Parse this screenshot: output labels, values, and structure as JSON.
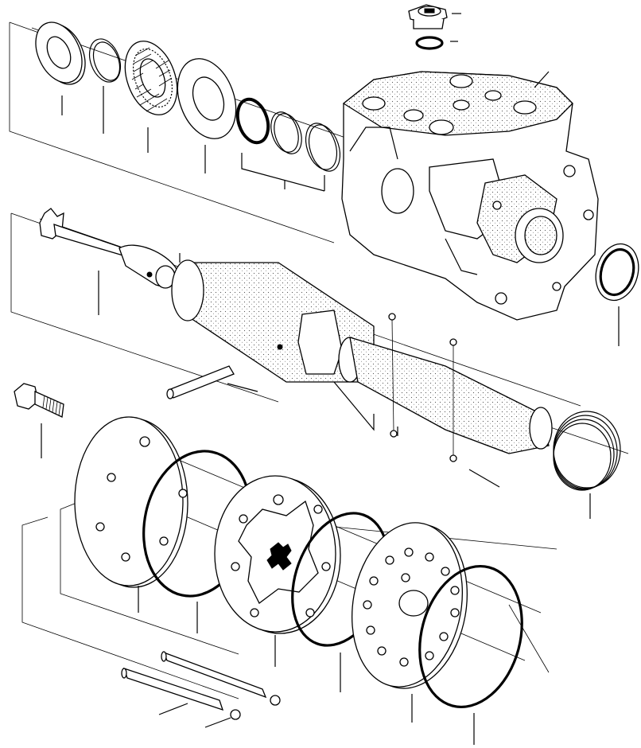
{
  "figure": {
    "background": "#ffffff",
    "line_color": "#000000",
    "callouts": [
      {
        "name": "callout-plug"
      },
      {
        "name": "callout-plug-oring"
      },
      {
        "name": "callout-housing"
      },
      {
        "name": "callout-dust-seal"
      },
      {
        "name": "callout-retaining-ring"
      },
      {
        "name": "callout-thrust-bearing"
      },
      {
        "name": "callout-bearing-race"
      },
      {
        "name": "callout-seal-set"
      },
      {
        "name": "callout-drive-shaft"
      },
      {
        "name": "callout-spool-sleeve"
      },
      {
        "name": "callout-cross-pin"
      },
      {
        "name": "callout-centering-springs"
      },
      {
        "name": "callout-check-balls"
      },
      {
        "name": "callout-quad-ring"
      },
      {
        "name": "callout-bolt"
      },
      {
        "name": "callout-end-cap"
      },
      {
        "name": "callout-end-cap-oring"
      },
      {
        "name": "callout-gerotor"
      },
      {
        "name": "callout-gerotor-oring"
      },
      {
        "name": "callout-spacer-plate"
      },
      {
        "name": "callout-spacer-oring"
      },
      {
        "name": "callout-pins"
      },
      {
        "name": "callout-balls"
      }
    ]
  }
}
